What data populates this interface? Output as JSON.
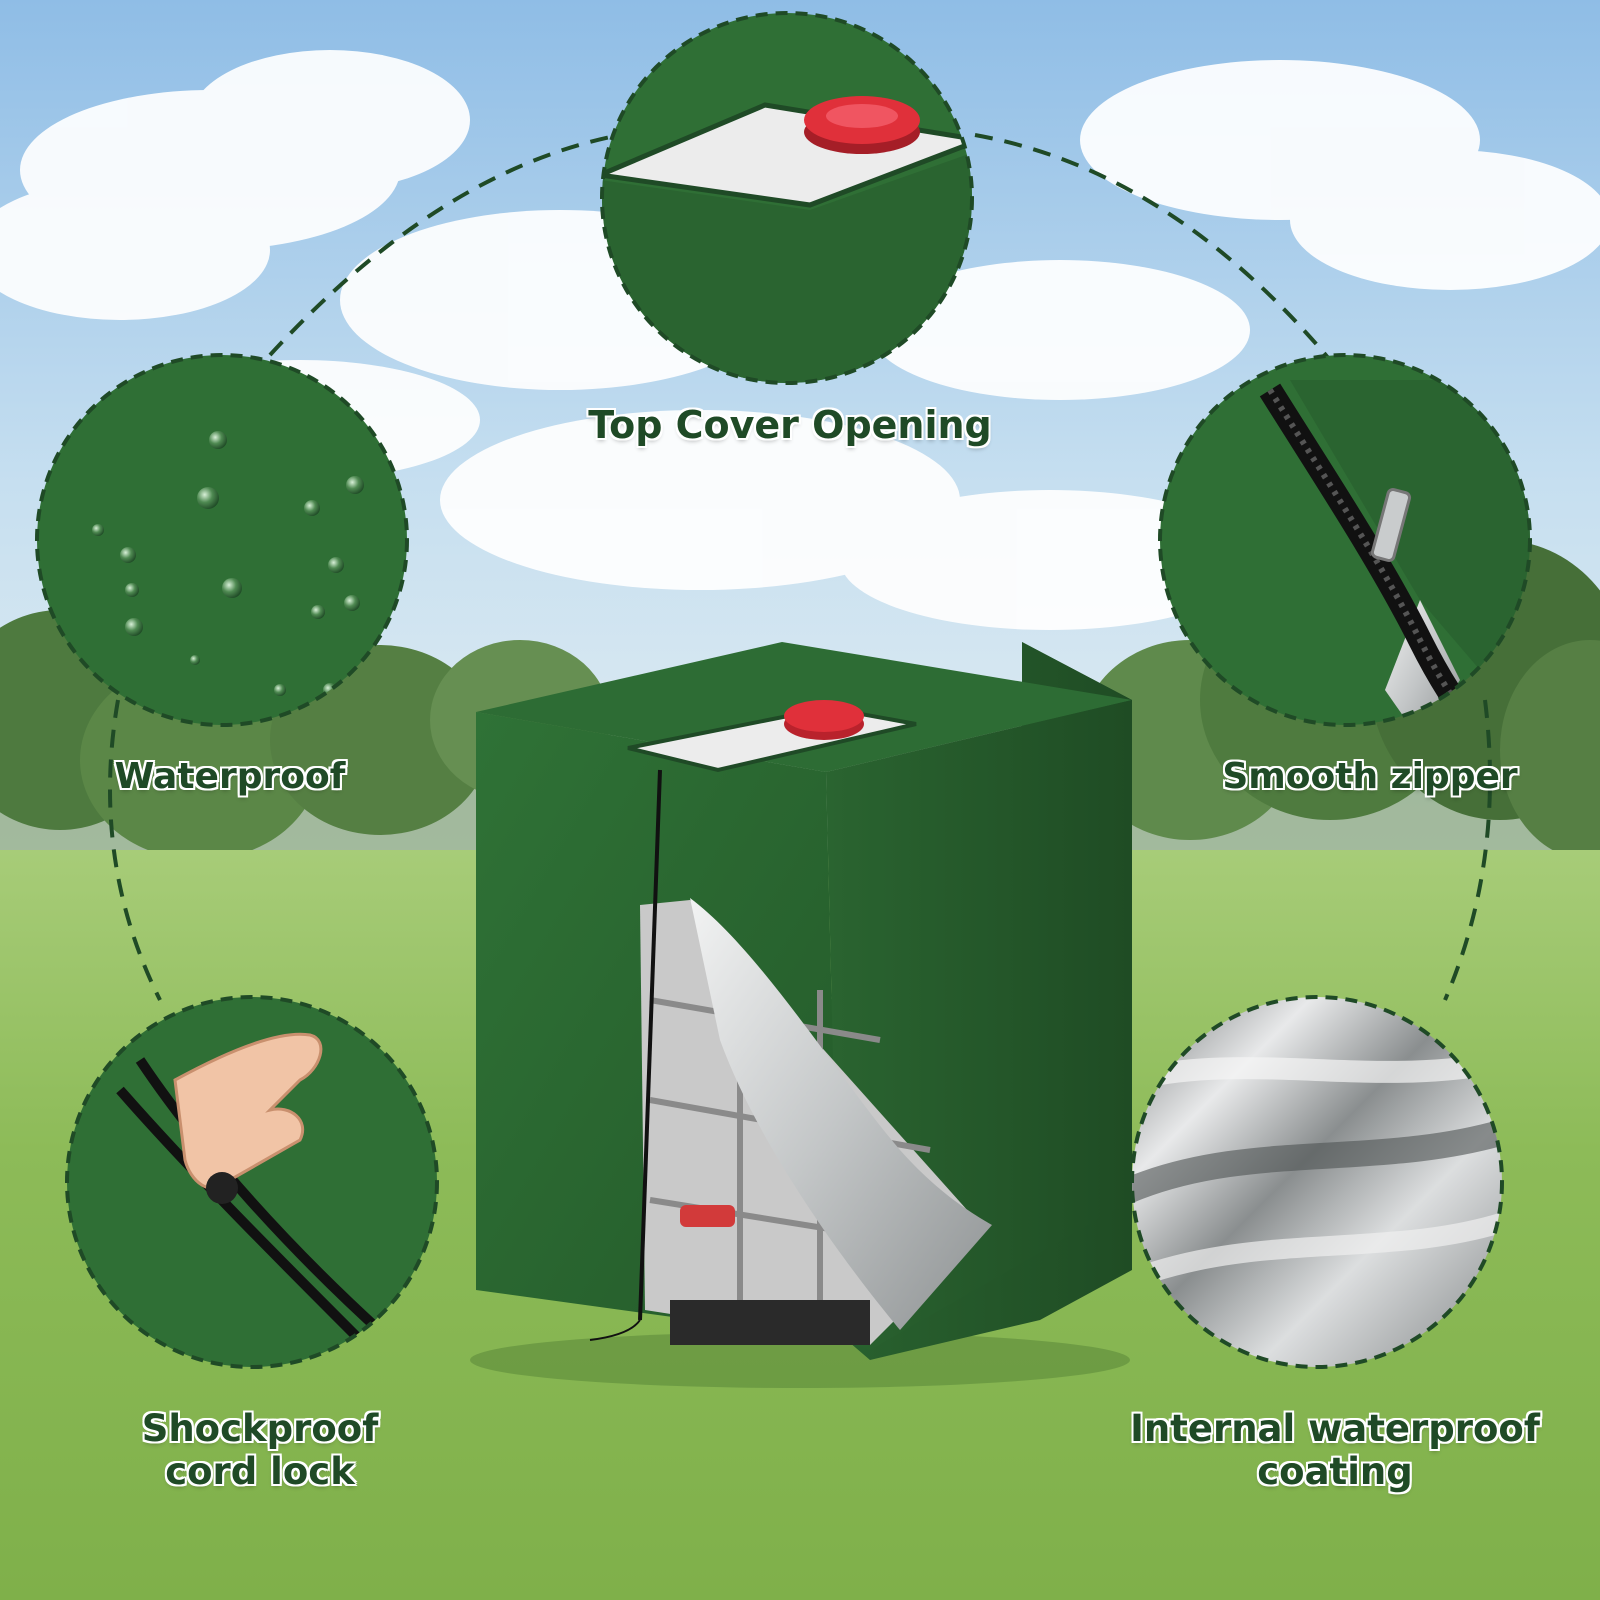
{
  "features": {
    "top_cover": {
      "label": "Top Cover Opening",
      "icon": "cap-opening-detail"
    },
    "waterproof": {
      "label": "Waterproof",
      "icon": "water-droplets-detail"
    },
    "zipper": {
      "label": "Smooth zipper",
      "icon": "zipper-detail"
    },
    "cord_lock": {
      "line1": "Shockproof",
      "line2": "cord lock",
      "icon": "cord-lock-detail"
    },
    "coating": {
      "line1": "Internal waterproof",
      "line2": "coating",
      "icon": "silver-coating-detail"
    }
  },
  "colors": {
    "cover_green": "#2e6a33",
    "dark_green": "#1f4a26",
    "cap_red": "#e0303a",
    "silver": "#c9cccd",
    "sky": "#a9cde9",
    "grass": "#8fbd5a"
  }
}
